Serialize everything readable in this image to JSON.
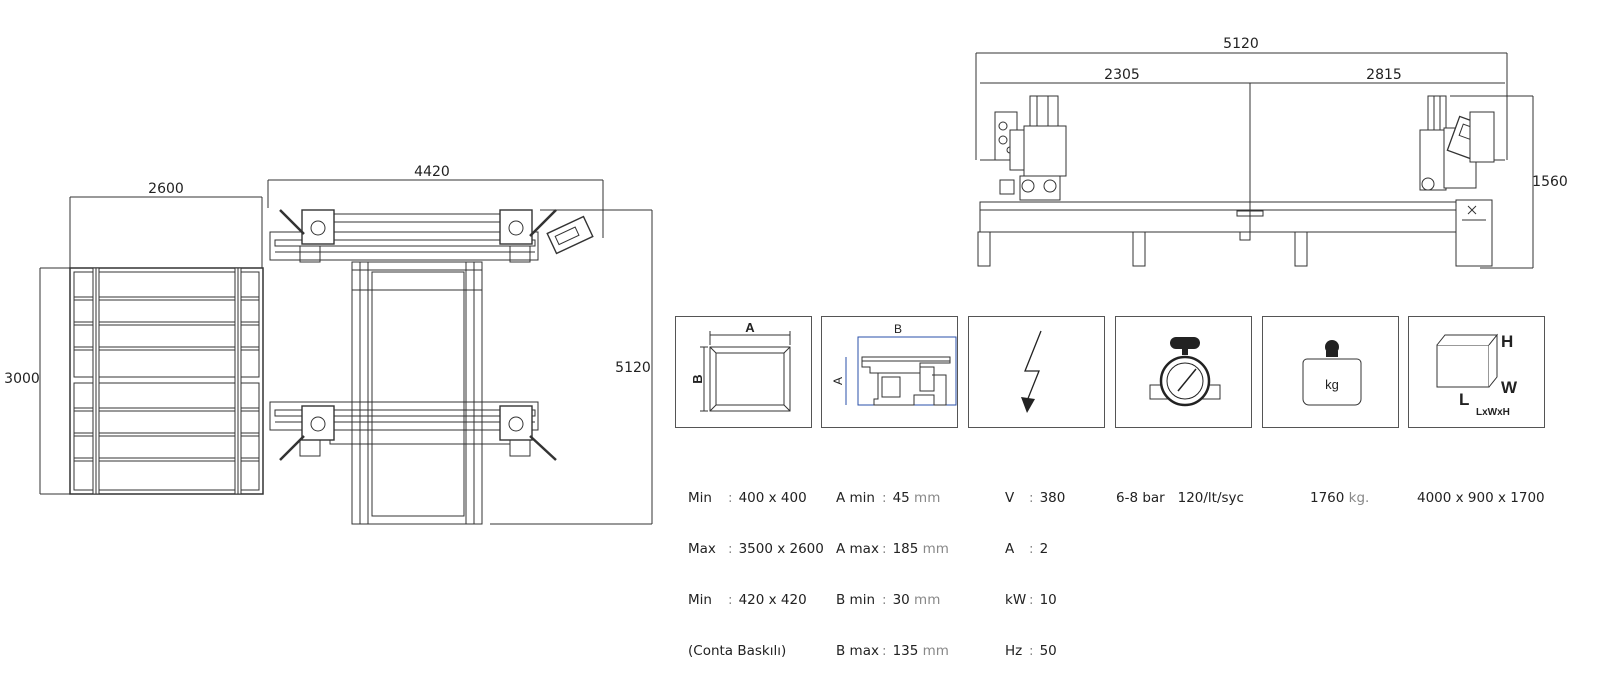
{
  "top_view": {
    "dim_width_left": "2600",
    "dim_width_main": "4420",
    "dim_height_left": "3000",
    "dim_height_main": "5120"
  },
  "side_view": {
    "dim_total": "5120",
    "dim_left": "2305",
    "dim_right": "2815",
    "dim_height": "1560"
  },
  "icons": {
    "frame_a": "A",
    "frame_b": "B",
    "profile_a": "A",
    "profile_b": "B",
    "box_h": "H",
    "box_w": "W",
    "box_l": "L",
    "box_lwh": "LxWxH",
    "weight_unit": "kg"
  },
  "specs": {
    "frame_size": [
      {
        "label": "Min",
        "value": "400 x 400"
      },
      {
        "label": "Max",
        "value": "3500 x 2600"
      },
      {
        "label": "Min",
        "value": "420 x 420"
      }
    ],
    "frame_note": "(Conta Baskılı)",
    "profile": [
      {
        "label": "A min",
        "value": "45",
        "unit": "mm"
      },
      {
        "label": "A max",
        "value": "185",
        "unit": "mm"
      },
      {
        "label": "B min",
        "value": "30",
        "unit": "mm"
      },
      {
        "label": "B max",
        "value": "135",
        "unit": "mm"
      }
    ],
    "electric": [
      {
        "label": "V",
        "value": "380"
      },
      {
        "label": "A",
        "value": "2"
      },
      {
        "label": "kW",
        "value": "10"
      },
      {
        "label": "Hz",
        "value": "50"
      }
    ],
    "air_pressure": "6-8 bar",
    "air_consumption": "120/lt/syc",
    "weight_value": "1760",
    "weight_unit": "kg.",
    "dimensions": "4000 x 900 x 1700"
  }
}
